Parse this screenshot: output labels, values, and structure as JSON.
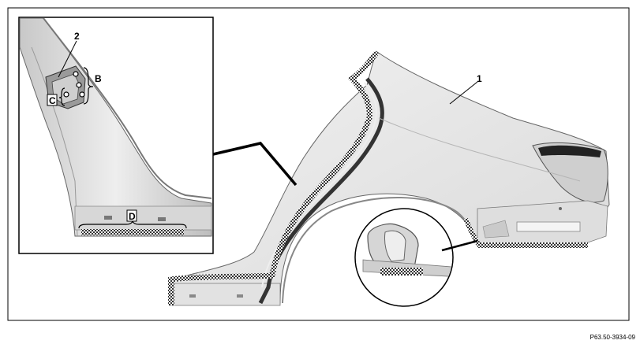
{
  "callouts": {
    "part_1": "1",
    "part_2": "2",
    "label_b": "B",
    "label_c": "C",
    "label_d": "D"
  },
  "reference_code": "P63.50-3934-09"
}
